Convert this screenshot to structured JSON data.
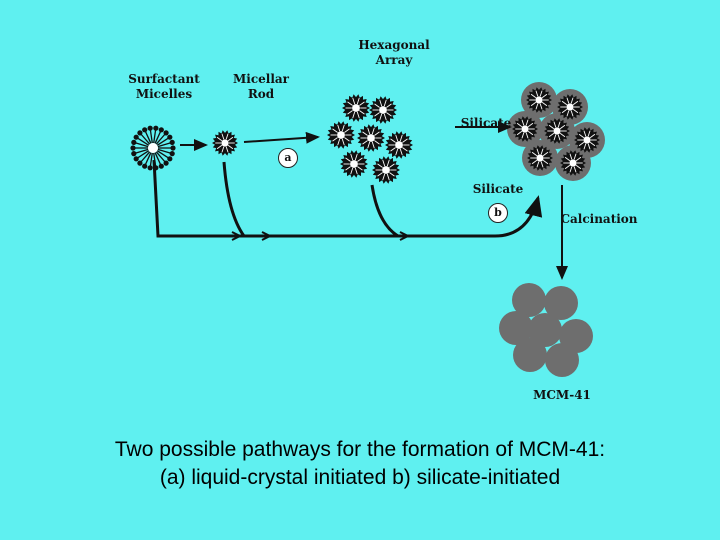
{
  "labels": {
    "surfactant_micelles": "Surfactant\nMicelles",
    "micellar_rod": "Micellar\nRod",
    "hexagonal_array": "Hexagonal\nArray",
    "silicate_top": "Silicate",
    "silicate_mid": "Silicate",
    "calcination": "Calcination",
    "mcm41": "MCM-41",
    "path_a": "a",
    "path_b": "b"
  },
  "caption": {
    "line1": "Two possible pathways for the formation of MCM-41:",
    "line2": "(a) liquid-crystal initiated  b) silicate-initiated"
  },
  "colors": {
    "background": "#5ff0f0",
    "ink": "#111111",
    "silicate_gray": "#6e6e6e"
  }
}
